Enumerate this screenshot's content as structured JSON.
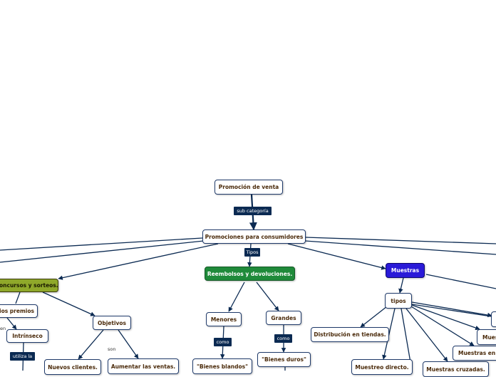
{
  "nodes": {
    "root": "Promoción de venta",
    "consumer": "Promociones para consumidores",
    "reembolsos": "Reembolsos y devoluciones.",
    "muestras": "Muestras",
    "concursos": "oncursos y sorteos.",
    "premios": "ios premios",
    "objetivos": "Objetivos",
    "intrinseco": "Intrínseco",
    "nuevos": "Nuevos clientes.",
    "aumentar": "Aumentar las ventas.",
    "menores": "Menores",
    "grandes": "Grandes",
    "blandos": "\"Bienes blandos\"",
    "duros": "\"Bienes duros\"",
    "tipos_node": "tipos",
    "distribucion": "Distribución en tiendas.",
    "muestreo": "Muestreo directo.",
    "cruzadas": "Muestras cruzadas.",
    "muestras_en": "Muestras en r",
    "muest": "Mues"
  },
  "tags": {
    "subcat": "sub categoría",
    "tipos": "Tipos",
    "como1": "como",
    "como2": "como",
    "utiliza": "utiliza la"
  },
  "labels": {
    "son": "son",
    "en": "en"
  },
  "colors": {
    "connector": "#0b2a52",
    "green": "#1f8a3a",
    "olive": "#8fa82a",
    "purple": "#2a1ad8"
  }
}
